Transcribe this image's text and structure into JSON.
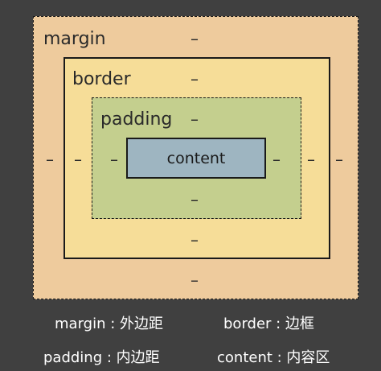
{
  "boxes": {
    "margin": {
      "label": "margin",
      "value": "–"
    },
    "border": {
      "label": "border",
      "value": "–"
    },
    "padding": {
      "label": "padding",
      "value": "–"
    },
    "content": {
      "label": "content"
    }
  },
  "legend": [
    {
      "text": "margin : 外边距"
    },
    {
      "text": "border : 边框"
    },
    {
      "text": "padding : 内边距"
    },
    {
      "text": "content : 内容区"
    }
  ],
  "colors": {
    "background": "#404040",
    "margin": "#eecb9d",
    "border": "#f6dd98",
    "padding": "#c4cf8e",
    "content": "#9eb5c1"
  }
}
